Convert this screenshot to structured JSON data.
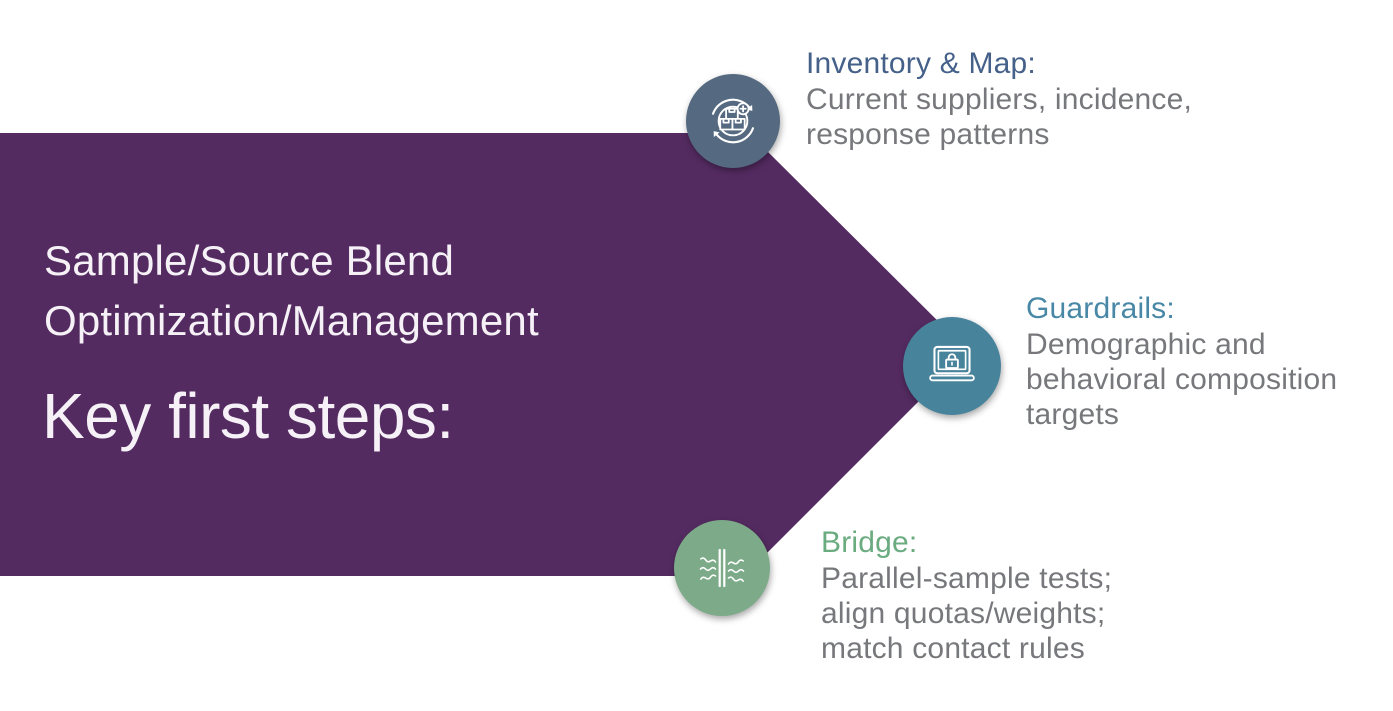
{
  "slide": {
    "subtitle": "Sample/Source Blend\nOptimization/Management",
    "title": "Key first steps:",
    "background_color": "#ffffff",
    "chevron_color": "#542b61",
    "slide_text_color": "#f5f1f7"
  },
  "steps": [
    {
      "heading": "Inventory & Map:",
      "body": "Current suppliers, incidence,\nresponse patterns",
      "icon": "inventory-cycle-icon",
      "circle_color": "#556980",
      "heading_color": "#45618a"
    },
    {
      "heading": "Guardrails:",
      "body": "Demographic and\nbehavioral composition\ntargets",
      "icon": "laptop-lock-icon",
      "circle_color": "#48839c",
      "heading_color": "#4888a6"
    },
    {
      "heading": "Bridge:",
      "body": "Parallel-sample tests;\nalign quotas/weights;\nmatch contact rules",
      "icon": "bridge-merge-icon",
      "circle_color": "#7dab89",
      "heading_color": "#6bab80"
    }
  ],
  "theme": {
    "body_text_color": "#77787c"
  }
}
